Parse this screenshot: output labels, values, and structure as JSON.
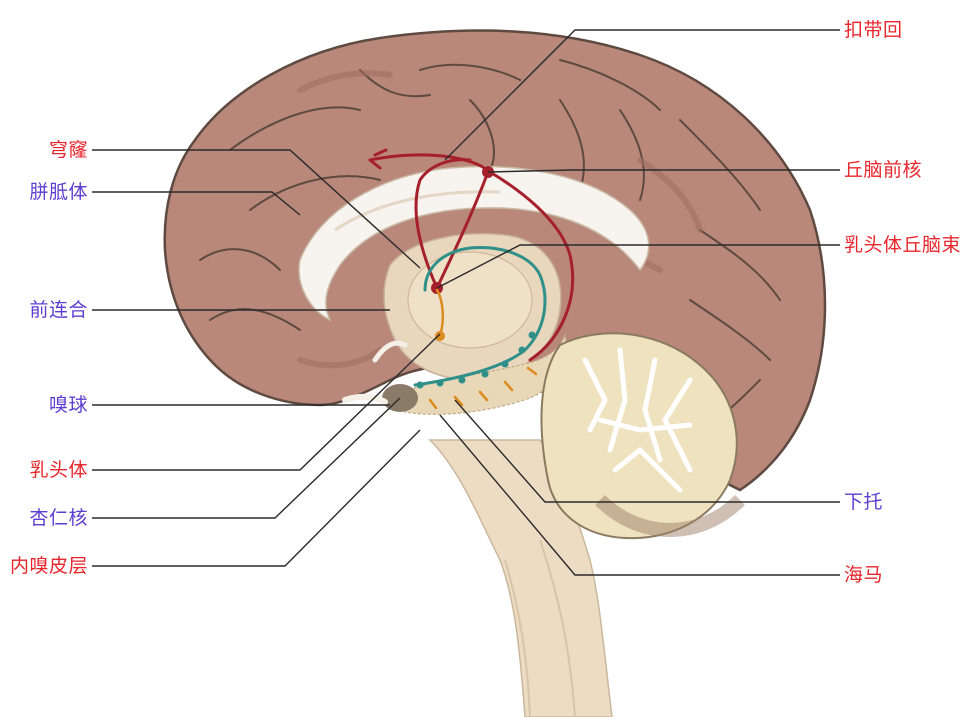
{
  "colors": {
    "red_label": "#e8262c",
    "blue_label": "#5a3fd1",
    "cortex": "#b9887a",
    "cortex_dark": "#a06f61",
    "sulcus": "#5e4a40",
    "limbic_red": "#a5202a",
    "limbic_teal": "#2f8f89",
    "limbic_orange": "#dd8a1e",
    "cerebellum": "#efe2bf",
    "brainstem": "#ecdcc3"
  },
  "labels": {
    "left": [
      {
        "id": "fornix",
        "text": "穹窿",
        "color": "red"
      },
      {
        "id": "corpus-callosum",
        "text": "胼胝体",
        "color": "blue"
      },
      {
        "id": "anterior-commissure",
        "text": "前连合",
        "color": "blue"
      },
      {
        "id": "olfactory-bulb",
        "text": "嗅球",
        "color": "blue"
      },
      {
        "id": "mammillary-body",
        "text": "乳头体",
        "color": "red"
      },
      {
        "id": "amygdala",
        "text": "杏仁核",
        "color": "blue"
      },
      {
        "id": "entorhinal-cortex",
        "text": "内嗅皮层",
        "color": "red"
      }
    ],
    "right": [
      {
        "id": "cingulate-gyrus",
        "text": "扣带回",
        "color": "red"
      },
      {
        "id": "anterior-thalamic-nucleus",
        "text": "丘脑前核",
        "color": "red"
      },
      {
        "id": "mammillothalamic-tract",
        "text": "乳头体丘脑束",
        "color": "red"
      },
      {
        "id": "subiculum",
        "text": "下托",
        "color": "blue"
      },
      {
        "id": "hippocampus",
        "text": "海马",
        "color": "red"
      }
    ]
  }
}
